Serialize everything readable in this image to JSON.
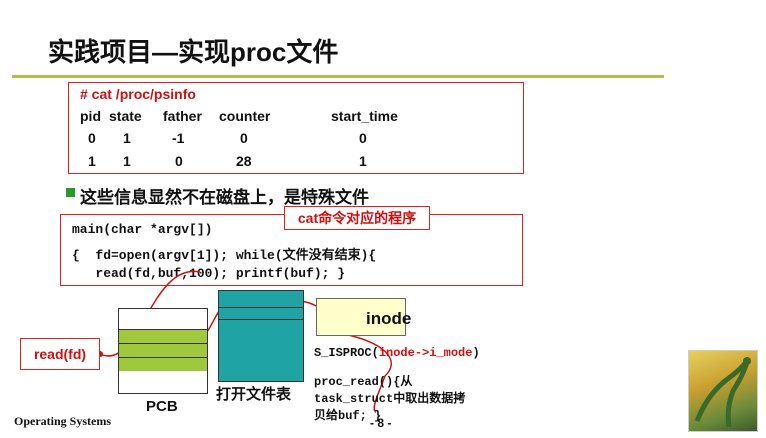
{
  "title": "实践项目—实现proc文件",
  "psinfo": {
    "command": "# cat /proc/psinfo",
    "headers": [
      "pid",
      "state",
      "father",
      "counter",
      "start_time"
    ],
    "rows": [
      [
        "0",
        "1",
        "-1",
        "0",
        "0"
      ],
      [
        "1",
        "1",
        "0",
        "28",
        "1"
      ]
    ]
  },
  "bullet": "这些信息显然不在磁盘上，是特殊文件",
  "code": {
    "line1": "main(char *argv[])",
    "line2": "{  fd=open(argv[1]); while(文件没有结束){",
    "line3": "   read(fd,buf,100); printf(buf); }"
  },
  "callout": "cat命令对应的程序",
  "diagram": {
    "read_fd": "read(fd)",
    "pcb": "PCB",
    "file_table": "打开文件表",
    "inode": "inode",
    "sisproc_prefix": "S_ISPROC(",
    "sisproc_arg": "inode->i_mode",
    "sisproc_suffix": ")",
    "proc_read_1": "proc_read(){从",
    "proc_read_2": "task_struct中取出数据拷",
    "proc_read_3": "贝给buf; }"
  },
  "footer": "Operating Systems",
  "page_number": "- 8 -",
  "colors": {
    "accent_red": "#cc1111",
    "pcb_green": "#a0c83c",
    "table_teal": "#1fa3a3",
    "inode_fill": "#ffffcc",
    "rule": "#b8b850"
  },
  "icons": [
    "bullet-square-icon",
    "book-cover-image"
  ]
}
